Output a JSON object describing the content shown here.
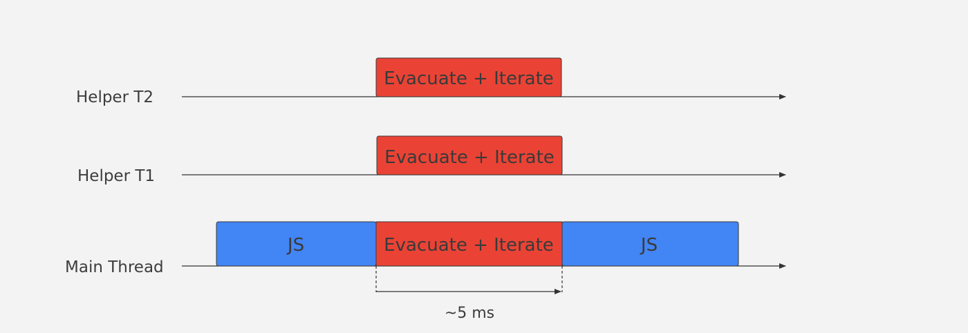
{
  "colors": {
    "background": "#f3f3f3",
    "gc_block": "#ea4335",
    "js_block": "#4285f4",
    "line": "#333333",
    "text": "#3c3c3c"
  },
  "threads": {
    "helper_t2": {
      "label": "Helper T2"
    },
    "helper_t1": {
      "label": "Helper T1"
    },
    "main": {
      "label": "Main Thread"
    }
  },
  "blocks": {
    "helper_t2_gc": "Evacuate + Iterate",
    "helper_t1_gc": "Evacuate + Iterate",
    "main_js_before": "JS",
    "main_gc": "Evacuate + Iterate",
    "main_js_after": "JS"
  },
  "duration": {
    "label": "~5 ms"
  }
}
